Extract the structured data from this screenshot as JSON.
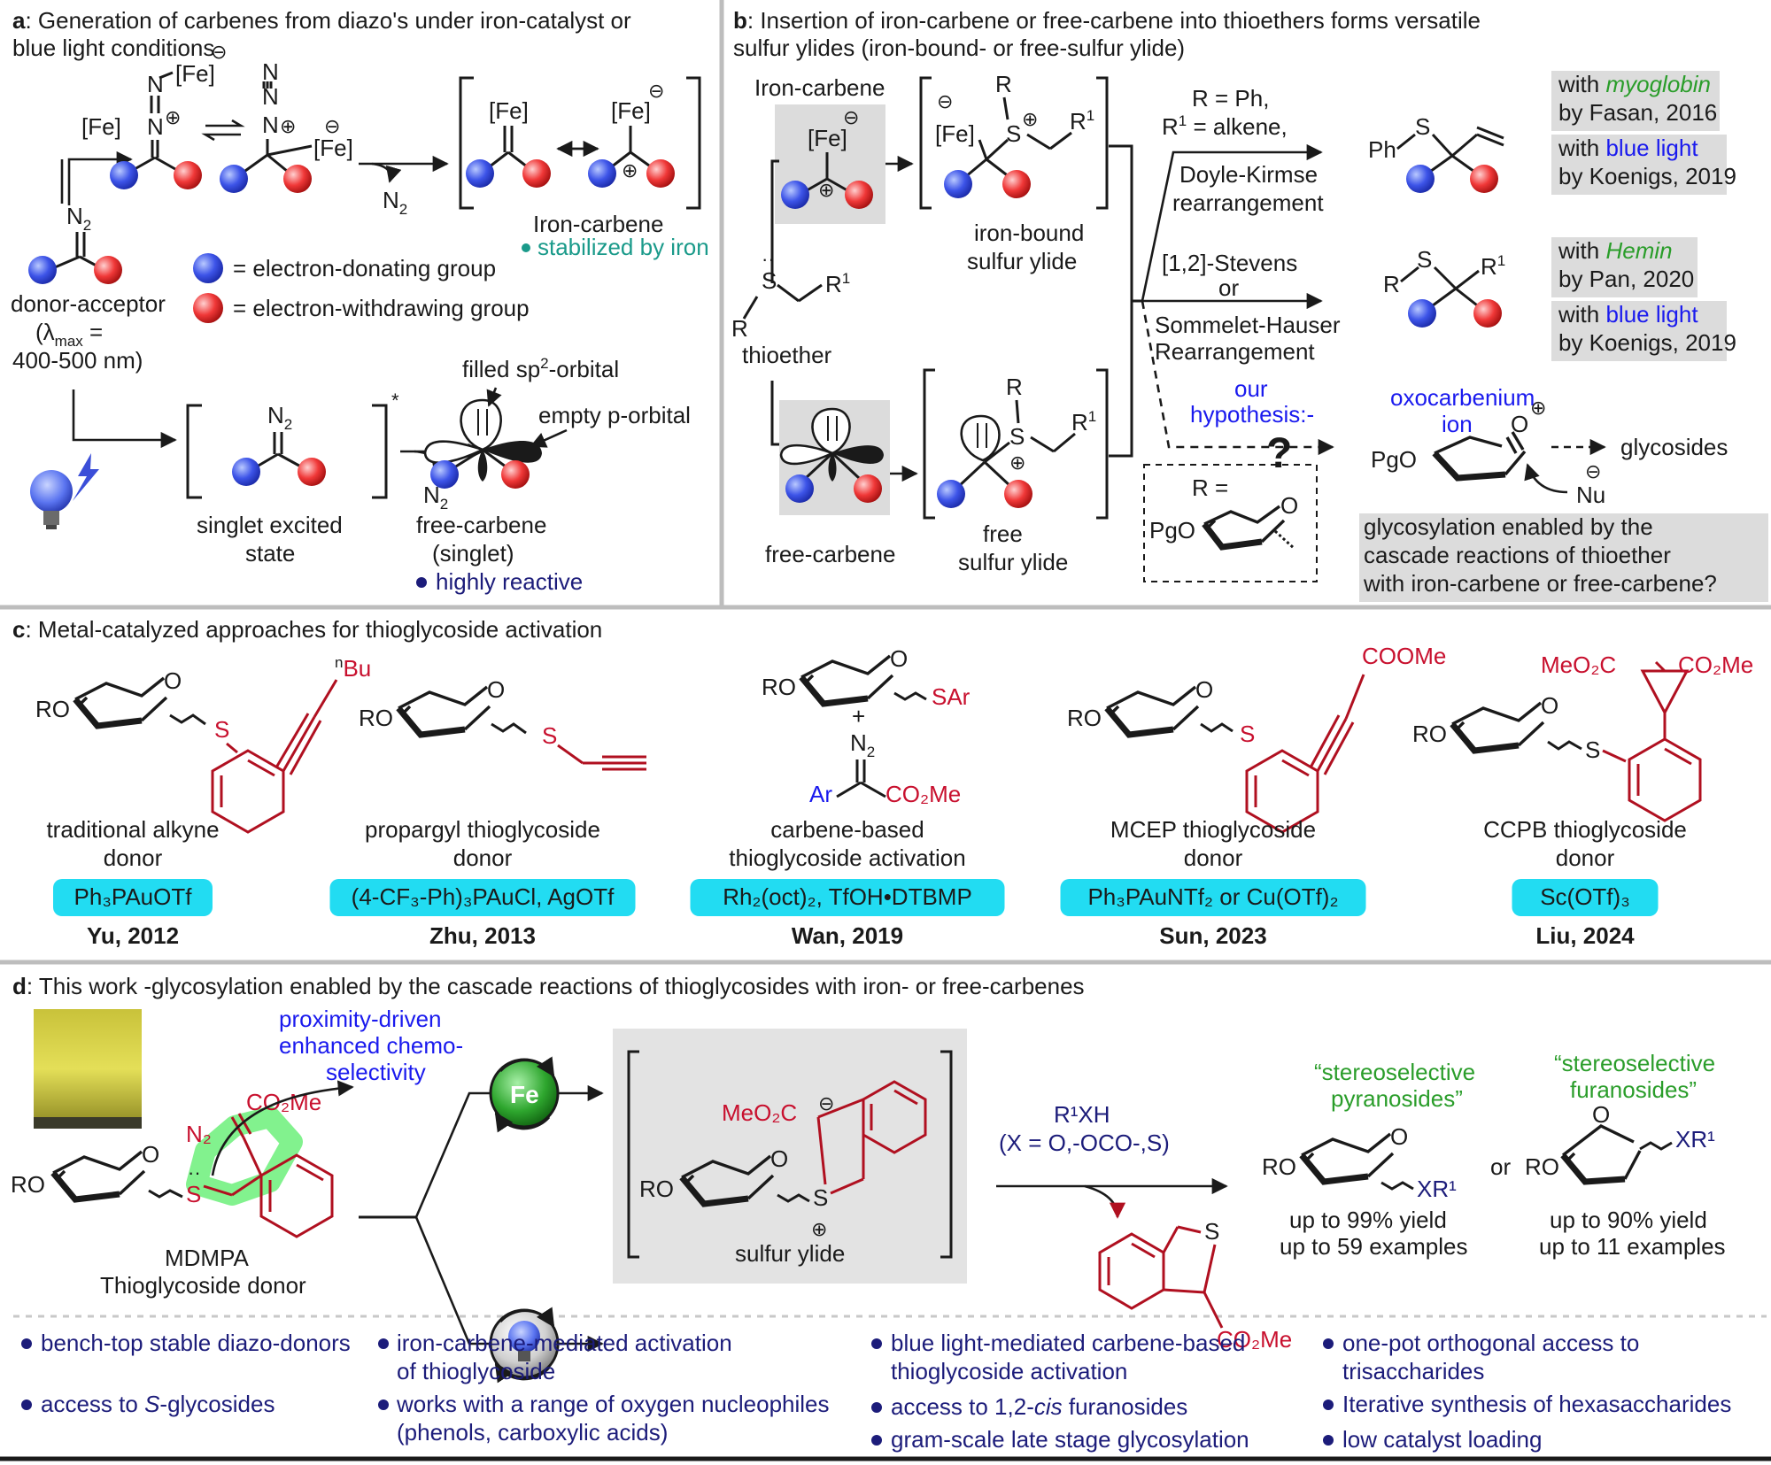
{
  "panel_a": {
    "heading": ": Generation of carbenes from diazo's under iron-catalyst or",
    "heading_letter": "a",
    "heading_line2": "blue light conditions",
    "fe": "[Fe]",
    "n2": "N",
    "n2_sub": "2",
    "donor_label": "donor-acceptor",
    "lambda_line1": "(λ",
    "lambda_sub": "max",
    "lambda_eq": " =",
    "lambda_line2": "400-500 nm)",
    "iron_carbene": "Iron-carbene",
    "stabilized": "stabilized by iron",
    "edg": "= electron-donating group",
    "ewg": "= electron-withdrawing group",
    "singlet_excited_1": "singlet excited",
    "singlet_excited_2": "state",
    "free_carbene": "free-carbene",
    "singlet": "(singlet)",
    "highly_reactive": "highly reactive",
    "filled_orbital": "filled sp",
    "filled_sup": "2",
    "filled_orbital_end": "-orbital",
    "empty_orbital": "empty p-orbital",
    "star": "*"
  },
  "panel_b": {
    "heading_letter": "b",
    "heading": ": Insertion of iron-carbene or free-carbene into thioethers forms versatile",
    "heading_line2": "sulfur ylides (iron-bound- or free-sulfur ylide)",
    "iron_carbene": "Iron-carbene",
    "thioether": "thioether",
    "free_carbene": "free-carbene",
    "iron_bound_1": "iron-bound",
    "iron_bound_2": "sulfur ylide",
    "free_ylide_1": "free",
    "free_ylide_2": "sulfur ylide",
    "r_ph": "R = Ph,",
    "r1_alkene": "= alkene,",
    "r1": "R",
    "doyle_1": "Doyle-Kirmse",
    "doyle_2": "rearrangement",
    "stevens_1": "[1,2]-Stevens",
    "stevens_2": "or",
    "stevens_3": "Sommelet-Hauser",
    "stevens_4": "Rearrangement",
    "hyp_1": "our",
    "hyp_2": "hypothesis:-",
    "qmark": "?",
    "r_eq": "R =",
    "pgo": "PgO",
    "oxo_1": "oxocarbenium",
    "oxo_2": "ion",
    "glycosides": "glycosides",
    "nu": "Nu",
    "myo_with": "with ",
    "myo": "myoglobin",
    "myo_by": "by Fasan, 2016",
    "bl_with": "with ",
    "bl": "blue light",
    "bl_by": "by Koenigs, 2019",
    "hemin_with": "with ",
    "hemin": "Hemin",
    "hemin_by": "by Pan, 2020",
    "bl2_with": "with ",
    "bl2": "blue light",
    "bl2_by": "by Koenigs, 2019",
    "gly_q_1": "glycosylation enabled by the",
    "gly_q_2": "cascade reactions of thioether",
    "gly_q_3": "with iron-carbene or free-carbene?"
  },
  "panel_c": {
    "heading_letter": "c",
    "heading": ": Metal-catalyzed approaches for thioglycoside activation",
    "ro": "RO",
    "items": [
      {
        "label1": "traditional alkyne",
        "label2": "donor",
        "catalyst": "Ph₃PAuOTf",
        "author": "Yu, 2012"
      },
      {
        "label1": "propargyl thioglycoside",
        "label2": "donor",
        "catalyst": "(4-CF₃-Ph)₃PAuCl, AgOTf",
        "author": "Zhu, 2013"
      },
      {
        "label1": "carbene-based",
        "label2": "thioglycoside activation",
        "catalyst": "Rh₂(oct)₂, TfOH•DTBMP",
        "author": "Wan, 2019"
      },
      {
        "label1": "MCEP thioglycoside",
        "label2": "donor",
        "catalyst": "Ph₃PAuNTf₂ or Cu(OTf)₂",
        "author": "Sun, 2023"
      },
      {
        "label1": "CCPB thioglycoside",
        "label2": "donor",
        "catalyst": "Sc(OTf)₃",
        "author": "Liu, 2024"
      }
    ],
    "nbu": "Bu",
    "n_sup": "n",
    "sar": "SAr",
    "plus": "+",
    "ar": "Ar",
    "co2me": "CO₂Me",
    "coome": "COOMe",
    "meo2c": "MeO₂C",
    "s": "S",
    "o": "O"
  },
  "panel_d": {
    "heading_letter": "d",
    "heading": ": This work -glycosylation enabled by the cascade reactions of thioglycosides with iron- or free-carbenes",
    "prox_1": "proximity-driven",
    "prox_2": "enhanced chemo-",
    "prox_3": "selectivity",
    "co2me": "CO₂Me",
    "meo2c": "MeO₂C",
    "n2": "N₂",
    "mdmpa": "MDMPA",
    "donor": "Thioglycoside donor",
    "fe": "Fe",
    "sulfur_ylide": "sulfur ylide",
    "r1xh": "R¹XH",
    "x_def": "(X = O,-OCO-,S)",
    "pyr_1": "“stereoselective",
    "pyr_2": "pyranosides”",
    "fur_1": "“stereoselective",
    "fur_2": "furanosides”",
    "xr1": "XR¹",
    "or": "or",
    "pyr_yield": "up to 99% yield",
    "pyr_ex": "up to 59 examples",
    "fur_yield": "up to 90% yield",
    "fur_ex": "up to 11 examples",
    "ro": "RO"
  },
  "bullets": [
    "bench-top stable diazo-donors",
    "iron-carbene-mediated activation",
    "of thioglycoside",
    "blue light-mediated carbene-based",
    "thioglycoside activation",
    "one-pot orthogonal access to",
    "trisaccharides",
    "access to ",
    "S",
    "-glycosides",
    "works with a range of oxygen nucleophiles",
    "(phenols, carboxylic acids)",
    "access to 1,2-",
    "cis",
    " furanosides",
    "Iterative synthesis of hexasaccharides",
    "gram-scale late stage glycosylation",
    "low catalyst loading"
  ],
  "colors": {
    "cyan_box": "#22dcf2",
    "red": "#c8102e",
    "blue": "#1a1aee",
    "navy": "#1c1c7a",
    "green": "#2a9d2a",
    "grey_box": "#dcdcdc"
  }
}
